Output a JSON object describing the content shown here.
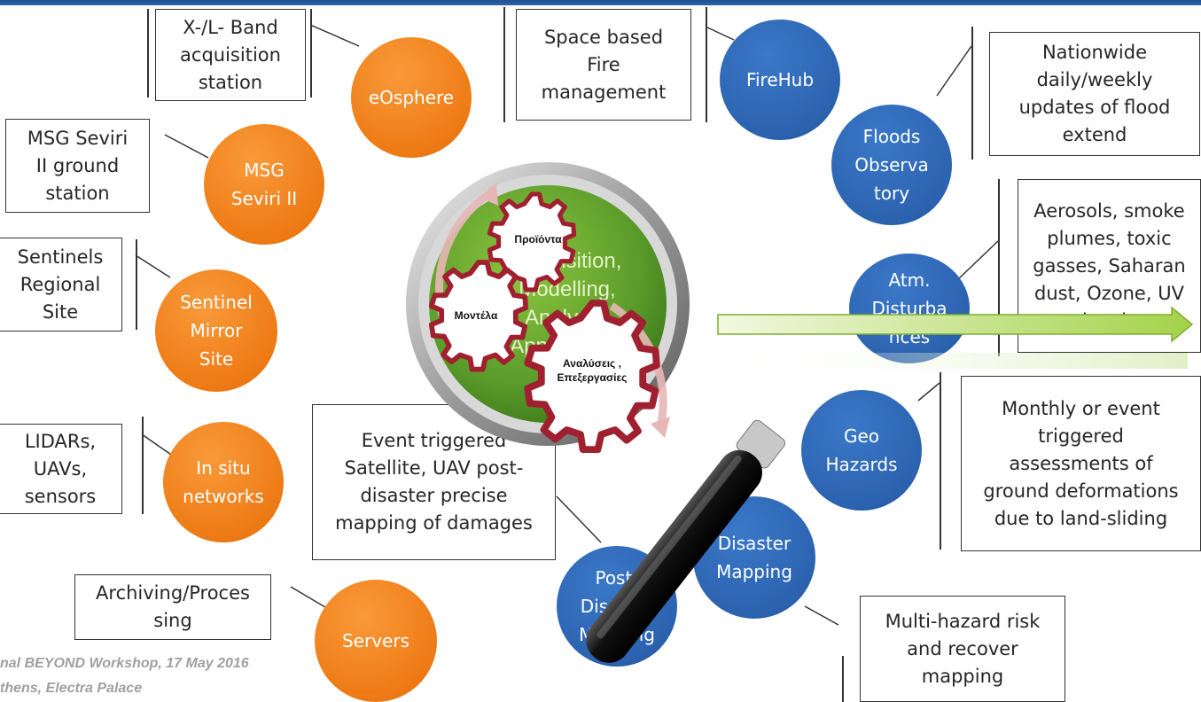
{
  "left_boxes": [
    {
      "id": "xl-band",
      "text": "X-/L- Band\nacquisition\nstation"
    },
    {
      "id": "msg-seviri",
      "text": "MSG Seviri\nII ground\nstation"
    },
    {
      "id": "sentinels",
      "text": "Sentinels\nRegional\nSite"
    },
    {
      "id": "lidars",
      "text": "LIDARs,\nUAVs,\nsensors"
    },
    {
      "id": "archiving",
      "text": "Archiving/Proces\nsing"
    }
  ],
  "center_boxes": [
    {
      "id": "space-fire",
      "text": "Space based\nFire\nmanagement"
    },
    {
      "id": "event-triggered",
      "text": "Event triggered\nSatellite, UAV post-\ndisaster precise\nmapping of damages"
    }
  ],
  "right_boxes": [
    {
      "id": "nationwide",
      "text": "Nationwide\ndaily/weekly\nupdates of flood\nextend"
    },
    {
      "id": "aerosols",
      "text": "Aerosols, smoke\nplumes, toxic\ngasses, Saharan\ndust, Ozone, UV\nlevels"
    },
    {
      "id": "monthly",
      "text": "Monthly or event\ntriggered\nassessments of\nground deformations\ndue to land-sliding"
    },
    {
      "id": "multi-hazard",
      "text": "Multi-hazard risk\nand recover\nmapping"
    }
  ],
  "orange_circles": [
    {
      "id": "eosphere",
      "text": "eOsphere"
    },
    {
      "id": "msg-seviri-ii",
      "text": "MSG\nSeviri II"
    },
    {
      "id": "sentinel-mirror",
      "text": "Sentinel\nMirror\nSite"
    },
    {
      "id": "in-situ",
      "text": "In situ\nnetworks"
    },
    {
      "id": "servers",
      "text": "Servers"
    }
  ],
  "blue_circles": [
    {
      "id": "firehub",
      "text": "FireHub"
    },
    {
      "id": "floods",
      "text": "Floods\nObserva\ntory"
    },
    {
      "id": "atm",
      "text": "Atm.\nDisturba\nnces"
    },
    {
      "id": "geo",
      "text": "Geo\nHazards"
    },
    {
      "id": "disaster-mapping",
      "text": "Disaster\nMapping"
    },
    {
      "id": "post-disaster",
      "text": "Post-\nDisaster\nMapping"
    }
  ],
  "lens_text": "Acquisition,\nModelling,\nAnalysis,\nApplications",
  "gears": {
    "products": "Προϊόντα",
    "models": "Μοντέλα",
    "analyses_line1": "Αναλύσεις ,",
    "analyses_line2": "Επεξεργασίες"
  },
  "footer": {
    "line1": "nal BEYOND Workshop, 17 May 2016",
    "line2": "thens, Electra Palace"
  },
  "colors": {
    "orange": "#ee7b15",
    "blue": "#2c63b0",
    "lens_green": "#5a9b2a",
    "gear_red": "#a02030",
    "arrow_green": "#a4d24a"
  }
}
